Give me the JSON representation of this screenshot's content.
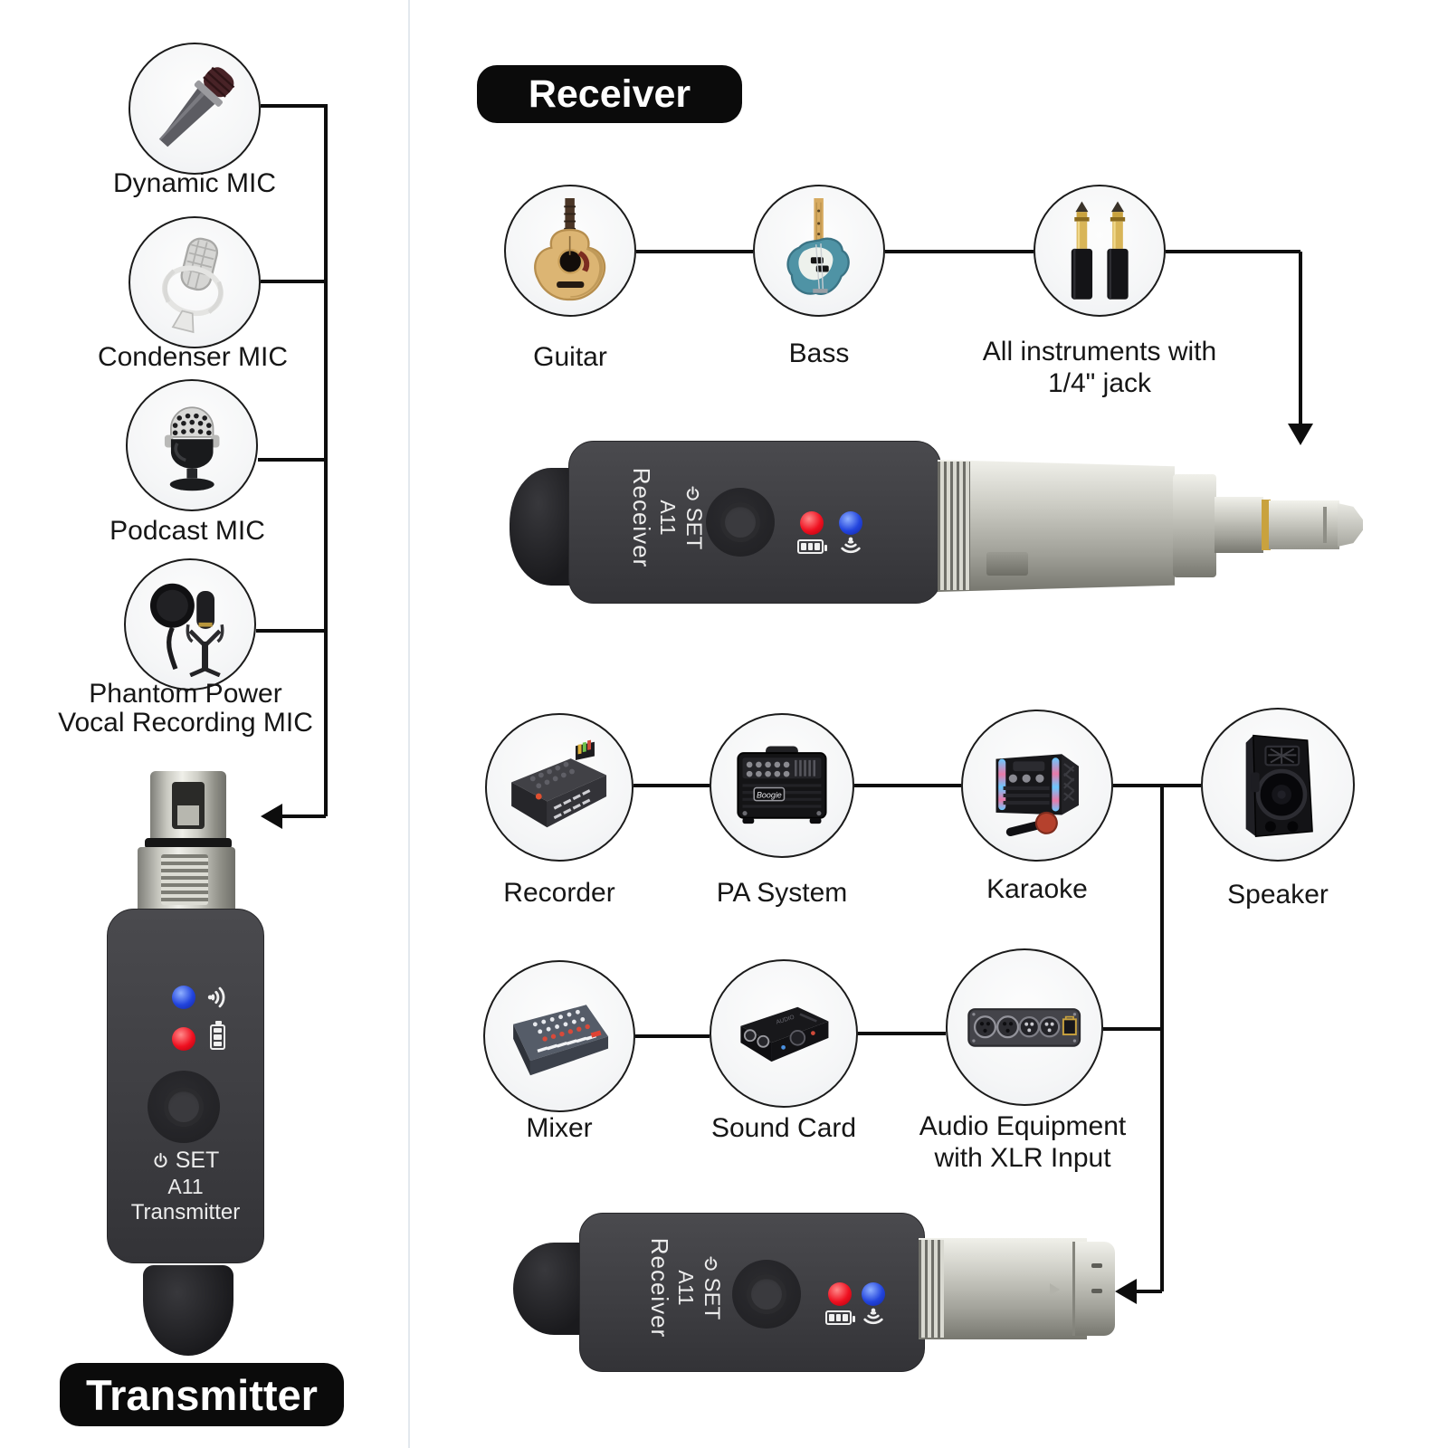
{
  "badges": {
    "receiver": "Receiver",
    "transmitter": "Transmitter"
  },
  "mic_sources": [
    {
      "label": "Dynamic MIC"
    },
    {
      "label": "Condenser MIC"
    },
    {
      "label": "Podcast MIC"
    },
    {
      "label": "Phantom Power",
      "label2": "Vocal Recording MIC"
    }
  ],
  "instruments": [
    {
      "label": "Guitar"
    },
    {
      "label": "Bass"
    },
    {
      "label": "All instruments with",
      "label2": "1/4\" jack"
    }
  ],
  "outputs": [
    {
      "label": "Recorder"
    },
    {
      "label": "PA System",
      "badge": "Boogie"
    },
    {
      "label": "Karaoke"
    },
    {
      "label": "Speaker"
    },
    {
      "label": "Mixer"
    },
    {
      "label": "Sound Card"
    },
    {
      "label": "Audio Equipment",
      "label2": "with XLR Input"
    }
  ],
  "devices": {
    "transmitter": {
      "set": "SET",
      "model": "A11",
      "role": "Transmitter"
    },
    "receiver_top": {
      "set": "SET",
      "model": "A11",
      "role": "Receiver"
    },
    "receiver_bottom": {
      "set": "SET",
      "model": "A11",
      "role": "Receiver"
    }
  },
  "colors": {
    "led_red": "#ef1020",
    "led_blue": "#2244dd",
    "line": "#0d0d0d",
    "pill_bg": "#0b0b0b"
  }
}
